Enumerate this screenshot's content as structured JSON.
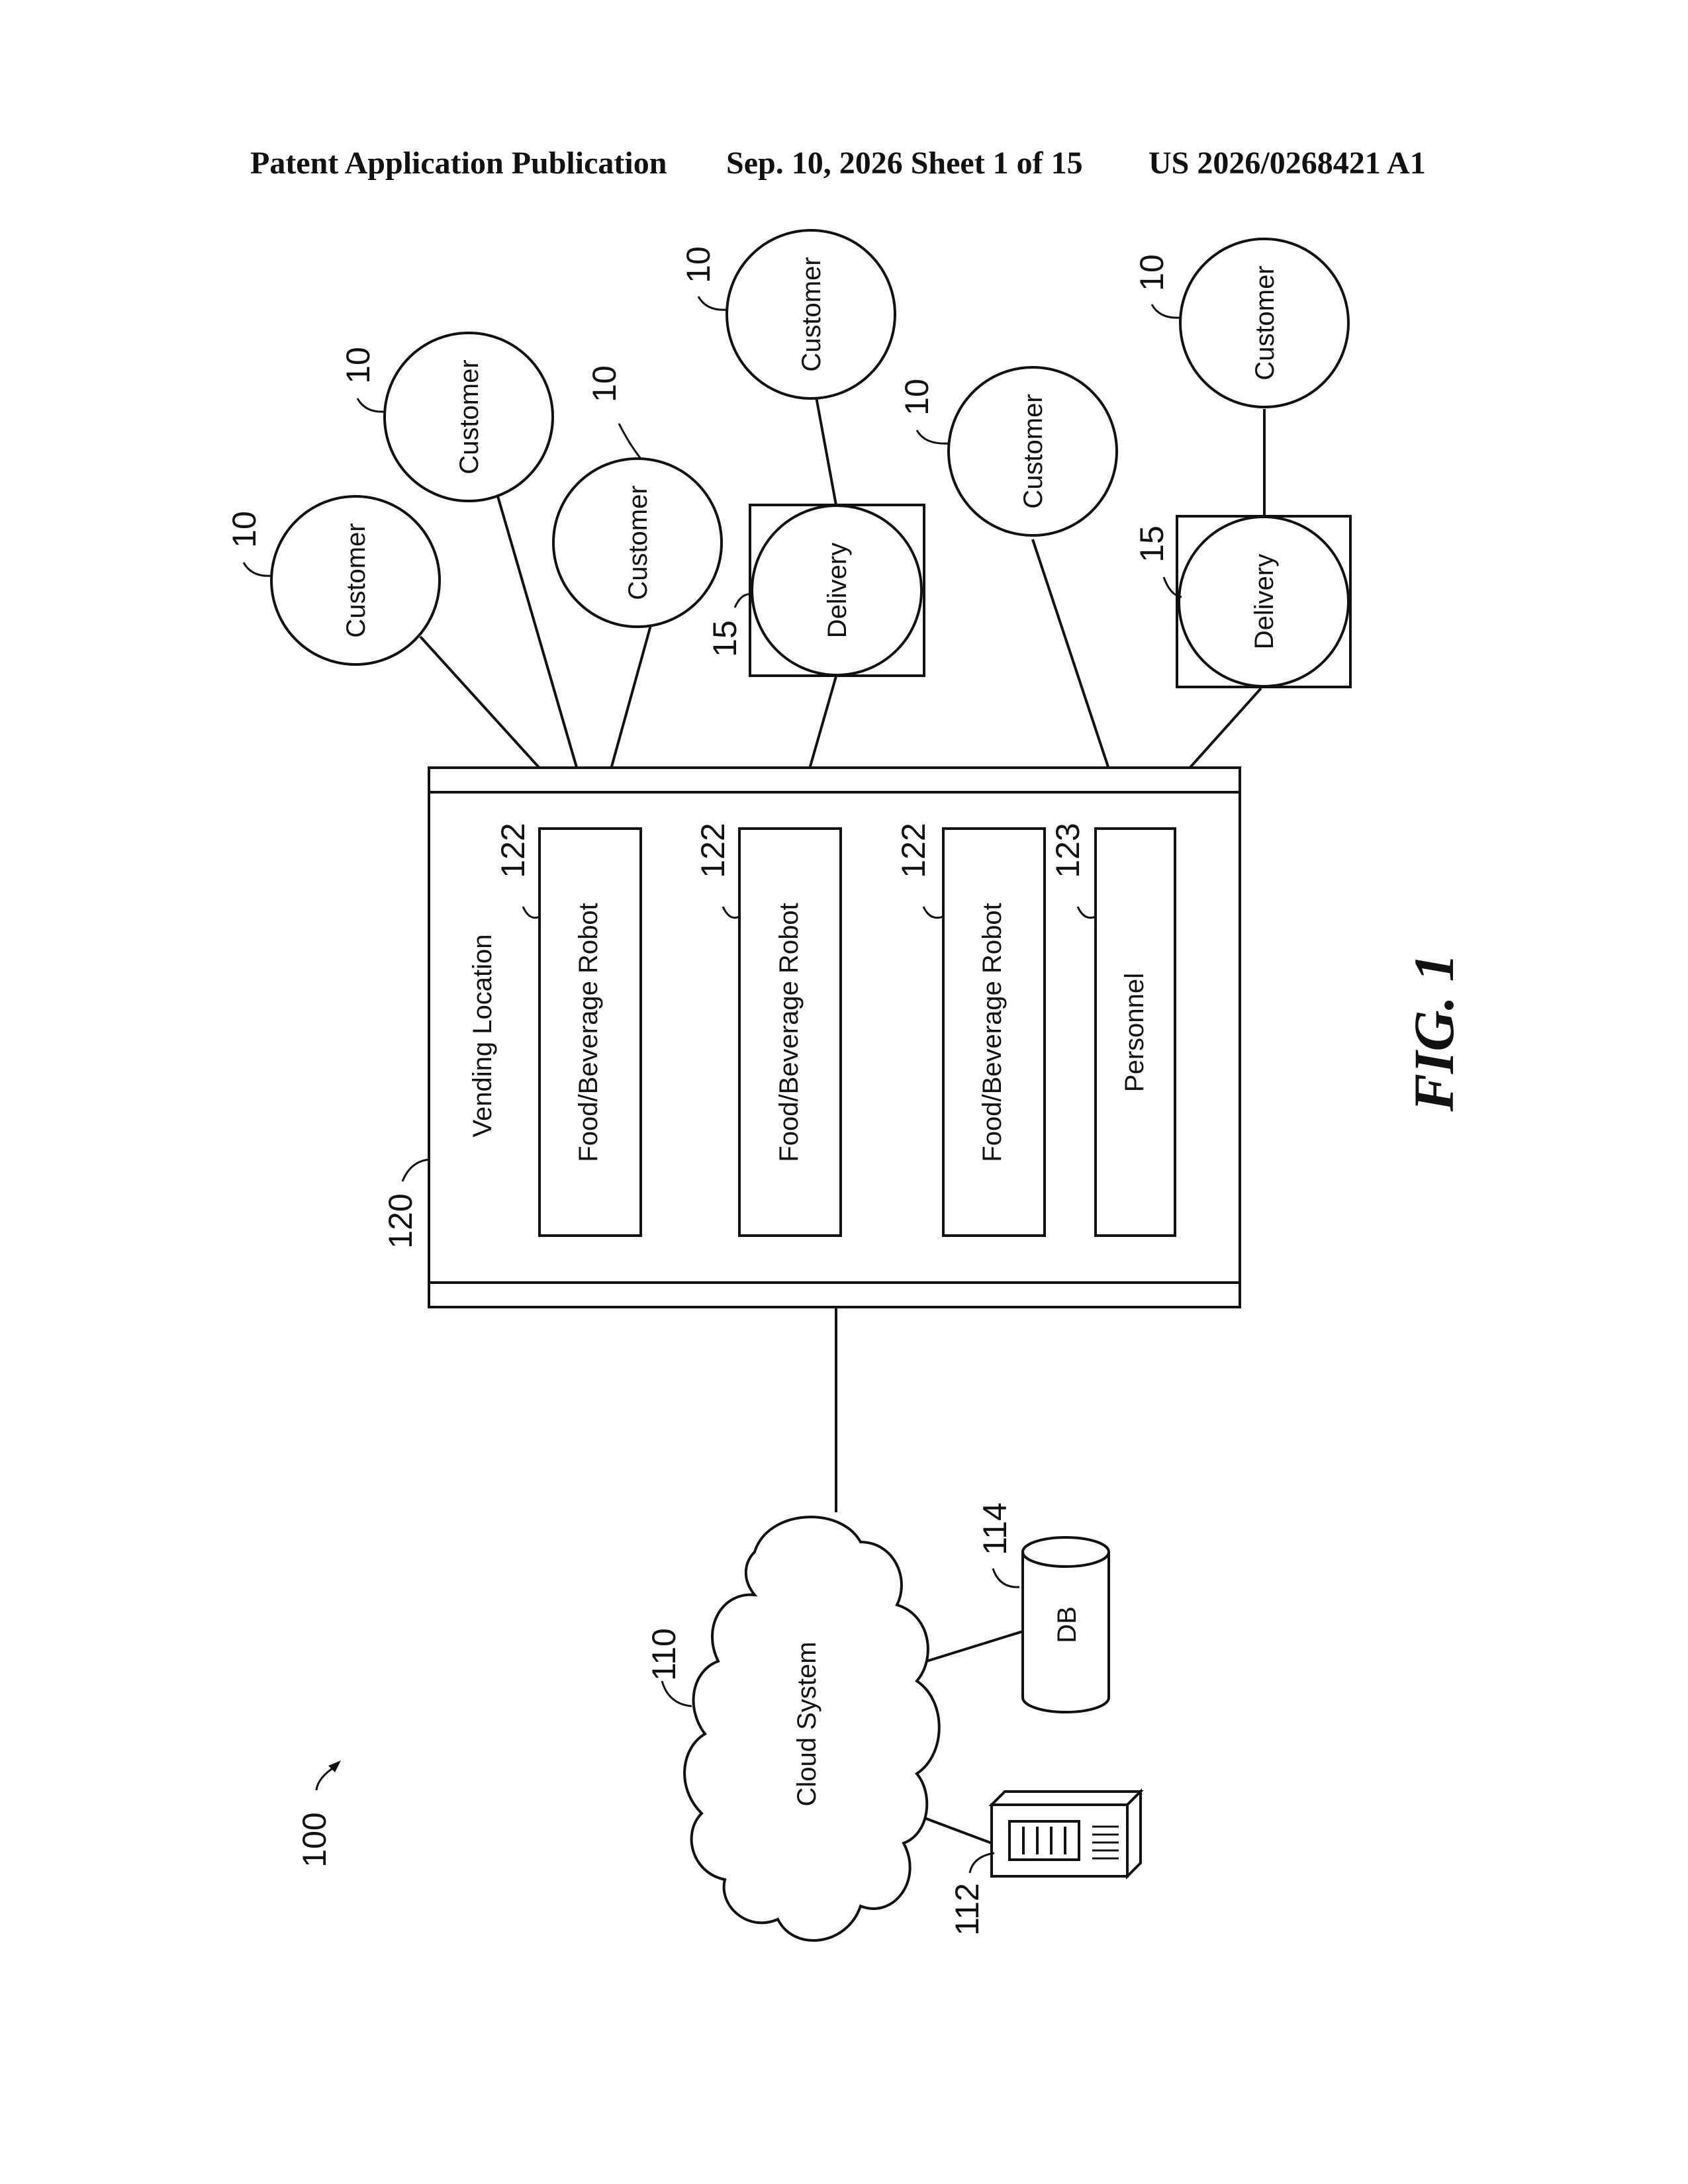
{
  "header": {
    "publication": "Patent Application Publication",
    "date_sheet": "Sep. 10, 2026  Sheet 1 of 15",
    "number": "US 2026/0268421 A1"
  },
  "figure_label": "FIG. 1",
  "system": {
    "ref": "100"
  },
  "cloud": {
    "label": "Cloud System",
    "ref": "110"
  },
  "server": {
    "ref": "112",
    "icon": "server-icon"
  },
  "database": {
    "label": "DB",
    "ref": "114",
    "icon": "database-icon"
  },
  "vending": {
    "label": "Vending Location",
    "ref": "120"
  },
  "robots": [
    {
      "label": "Food/Beverage Robot",
      "ref": "122"
    },
    {
      "label": "Food/Beverage Robot",
      "ref": "122"
    },
    {
      "label": "Food/Beverage Robot",
      "ref": "122"
    }
  ],
  "personnel": {
    "label": "Personnel",
    "ref": "123"
  },
  "customers": [
    {
      "label": "Customer",
      "ref": "10"
    },
    {
      "label": "Customer",
      "ref": "10"
    },
    {
      "label": "Customer",
      "ref": "10"
    },
    {
      "label": "Customer",
      "ref": "10"
    },
    {
      "label": "Customer",
      "ref": "10"
    },
    {
      "label": "Customer",
      "ref": "10"
    }
  ],
  "deliveries": [
    {
      "label": "Delivery",
      "ref": "15"
    },
    {
      "label": "Delivery",
      "ref": "15"
    }
  ]
}
